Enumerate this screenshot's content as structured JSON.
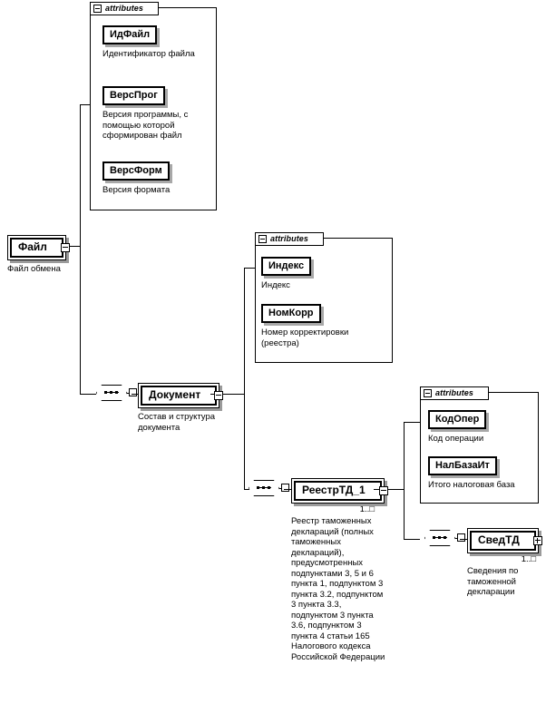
{
  "diagram": {
    "title": "XSD structure diagram",
    "labels": {
      "attributes_tab": "attributes",
      "minus_icon": "minus",
      "plus_icon": "plus"
    },
    "root": {
      "name": "Файл",
      "description": "Файл обмена",
      "toggle": "-",
      "attributes": [
        {
          "name": "ИдФайл",
          "description": "Идентификатор файла"
        },
        {
          "name": "ВерсПрог",
          "description": "Версия программы, с помощью которой сформирован файл"
        },
        {
          "name": "ВерсФорм",
          "description": "Версия формата"
        }
      ]
    },
    "document": {
      "name": "Документ",
      "description": "Состав и структура документа",
      "toggle": "-",
      "attributes": [
        {
          "name": "Индекс",
          "description": "Индекс"
        },
        {
          "name": "НомКорр",
          "description": "Номер корректировки (реестра)"
        }
      ]
    },
    "registry": {
      "name": "РеестрТД_1",
      "cardinality": "1..□",
      "toggle": "-",
      "description": "Реестр таможенных деклараций (полных таможенных деклараций), предусмотренных подпунктами 3, 5 и 6 пункта 1, подпунктом 3 пункта 3.2, подпунктом 3 пункта 3.3, подпунктом 3 пункта 3.6, подпунктом 3 пункта 4 статьи 165 Налогового кодекса Российской Федерации",
      "attributes": [
        {
          "name": "КодОпер",
          "description": "Код операции"
        },
        {
          "name": "НалБазаИт",
          "description": "Итого налоговая база"
        }
      ]
    },
    "details": {
      "name": "СведТД",
      "cardinality": "1..□",
      "toggle": "+",
      "description": "Сведения по таможенной декларации"
    }
  }
}
